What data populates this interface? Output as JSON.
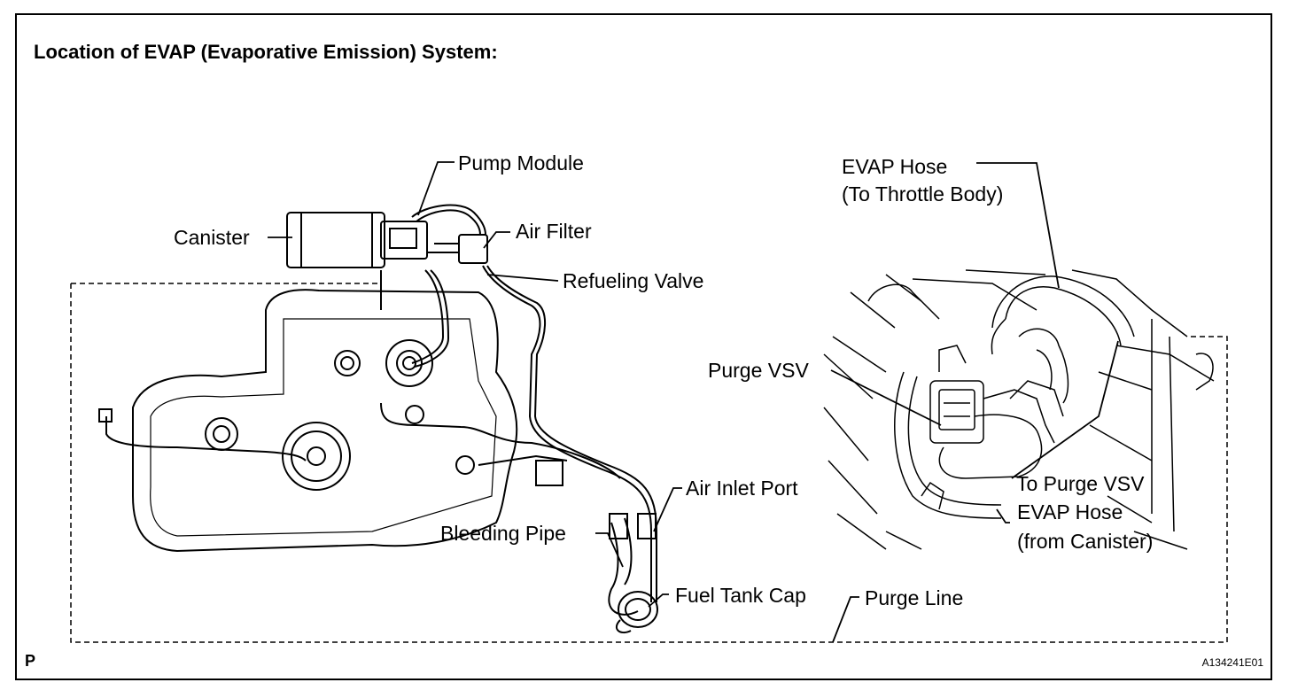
{
  "title": "Location of EVAP (Evaporative Emission) System:",
  "labels": {
    "pump_module": "Pump Module",
    "canister": "Canister",
    "air_filter": "Air Filter",
    "refueling_valve": "Refueling Valve",
    "air_inlet_port": "Air Inlet Port",
    "bleeding_pipe": "Bleeding Pipe",
    "fuel_tank_cap": "Fuel Tank Cap",
    "purge_line": "Purge Line",
    "evap_hose_throttle_1": "EVAP Hose",
    "evap_hose_throttle_2": "(To Throttle Body)",
    "purge_vsv": "Purge VSV",
    "to_purge_vsv": "To Purge VSV",
    "evap_hose_canister_1": "EVAP Hose",
    "evap_hose_canister_2": "(from Canister)"
  },
  "corner_mark": "P",
  "figure_code": "A134241E01"
}
